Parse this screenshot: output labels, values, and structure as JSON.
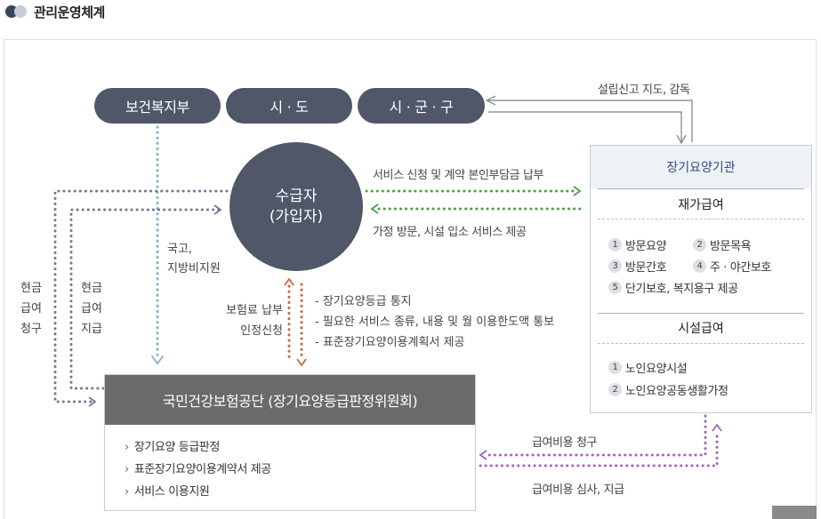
{
  "header": {
    "title": "관리운영체계"
  },
  "nodes": {
    "mohw": "보건복지부",
    "sido": "시 · 도",
    "sigungu": "시 · 군 · 구",
    "recipient_line1": "수급자",
    "recipient_line2": "(가입자)",
    "nhis_title": "국민건강보험공단 (장기요양등급판정위원회)"
  },
  "labels": {
    "supervise": "설립신고 지도, 감독",
    "service_apply": "서비스 신청 및 계약 본인부담금 납부",
    "service_provide": "가정 방문, 시설 입소 서비스 제공",
    "subsidy_1": "국고,",
    "subsidy_2": "지방비지원",
    "cash_claim_1": "현금",
    "cash_claim_2": "급여",
    "cash_claim_3": "청구",
    "cash_pay_1": "현금",
    "cash_pay_2": "급여",
    "cash_pay_3": "지급",
    "premium_1": "보험료 납부",
    "premium_2": "인정신청",
    "notice_1": "- 장기요양등급 통지",
    "notice_2": "- 필요한 서비스 종류, 내용 및 월 이용한도액 통보",
    "notice_3": "- 표준장기요양이용계획서 제공",
    "claim": "급여비용 청구",
    "review": "급여비용 심사, 지급"
  },
  "agency": {
    "title": "장기요양기관",
    "home_title": "재가급여",
    "home_items": [
      {
        "num": "1",
        "label": "방문요양"
      },
      {
        "num": "2",
        "label": "방문목욕"
      },
      {
        "num": "3",
        "label": "방문간호"
      },
      {
        "num": "4",
        "label": "주 · 야간보호"
      },
      {
        "num": "5",
        "label": "단기보호, 복지용구 제공"
      }
    ],
    "facility_title": "시설급여",
    "facility_items": [
      {
        "num": "1",
        "label": "노인요양시설"
      },
      {
        "num": "2",
        "label": "노인요양공동생활가정"
      }
    ]
  },
  "nhis_items": [
    "장기요양 등급판정",
    "표준장기요양이용계약서 제공",
    "서비스 이용지원"
  ],
  "colors": {
    "pill": "#4f5769",
    "teal_dots": "#7fb1c4",
    "slate_dots": "#6f7895",
    "green_dots": "#47a04a",
    "orange_dots": "#d0633a",
    "purple_dots": "#a064b8",
    "nhis_header": "#6a6a6a"
  },
  "icons": [
    "bullet-dots-icon",
    "chevron-right-icon",
    "arrow-head-icon"
  ]
}
